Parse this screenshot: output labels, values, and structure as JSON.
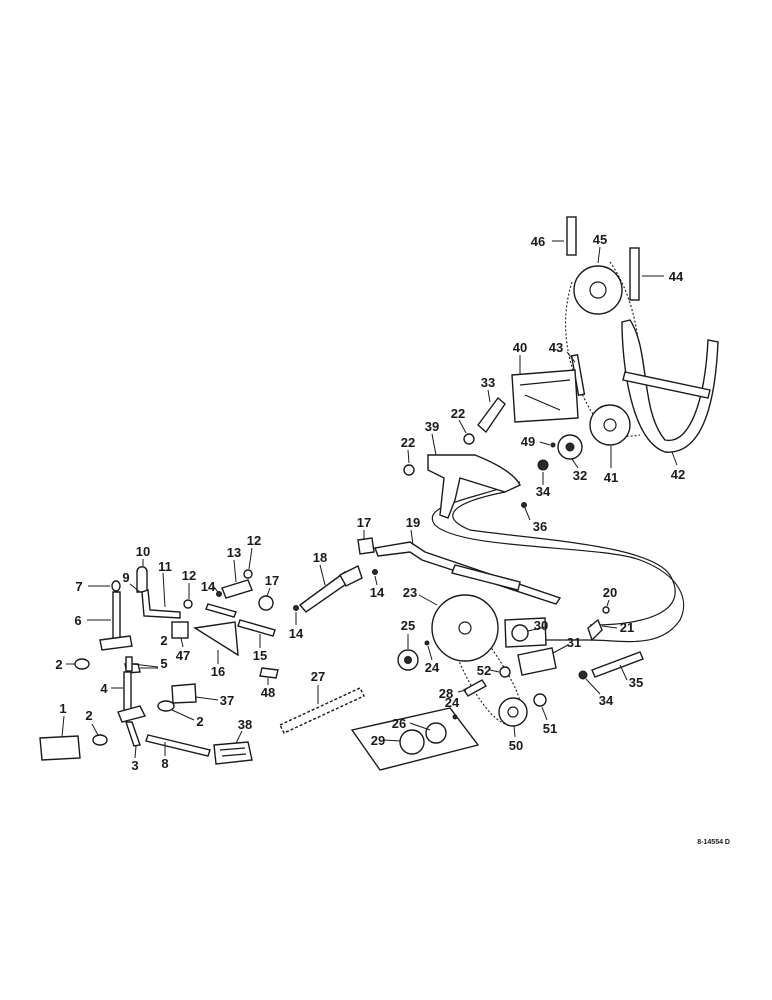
{
  "diagram": {
    "reference_code": "8-14554 D",
    "part_numbers": [
      "1",
      "2",
      "3",
      "4",
      "5",
      "6",
      "7",
      "8",
      "9",
      "10",
      "11",
      "12",
      "13",
      "14",
      "15",
      "16",
      "17",
      "18",
      "19",
      "20",
      "21",
      "22",
      "23",
      "24",
      "25",
      "26",
      "27",
      "28",
      "29",
      "30",
      "31",
      "32",
      "33",
      "34",
      "35",
      "36",
      "37",
      "38",
      "39",
      "40",
      "41",
      "42",
      "43",
      "44",
      "45",
      "46",
      "47",
      "48",
      "49",
      "50",
      "51",
      "52"
    ],
    "colors": {
      "ink": "#1a1a1a",
      "paper": "#ffffff"
    }
  }
}
